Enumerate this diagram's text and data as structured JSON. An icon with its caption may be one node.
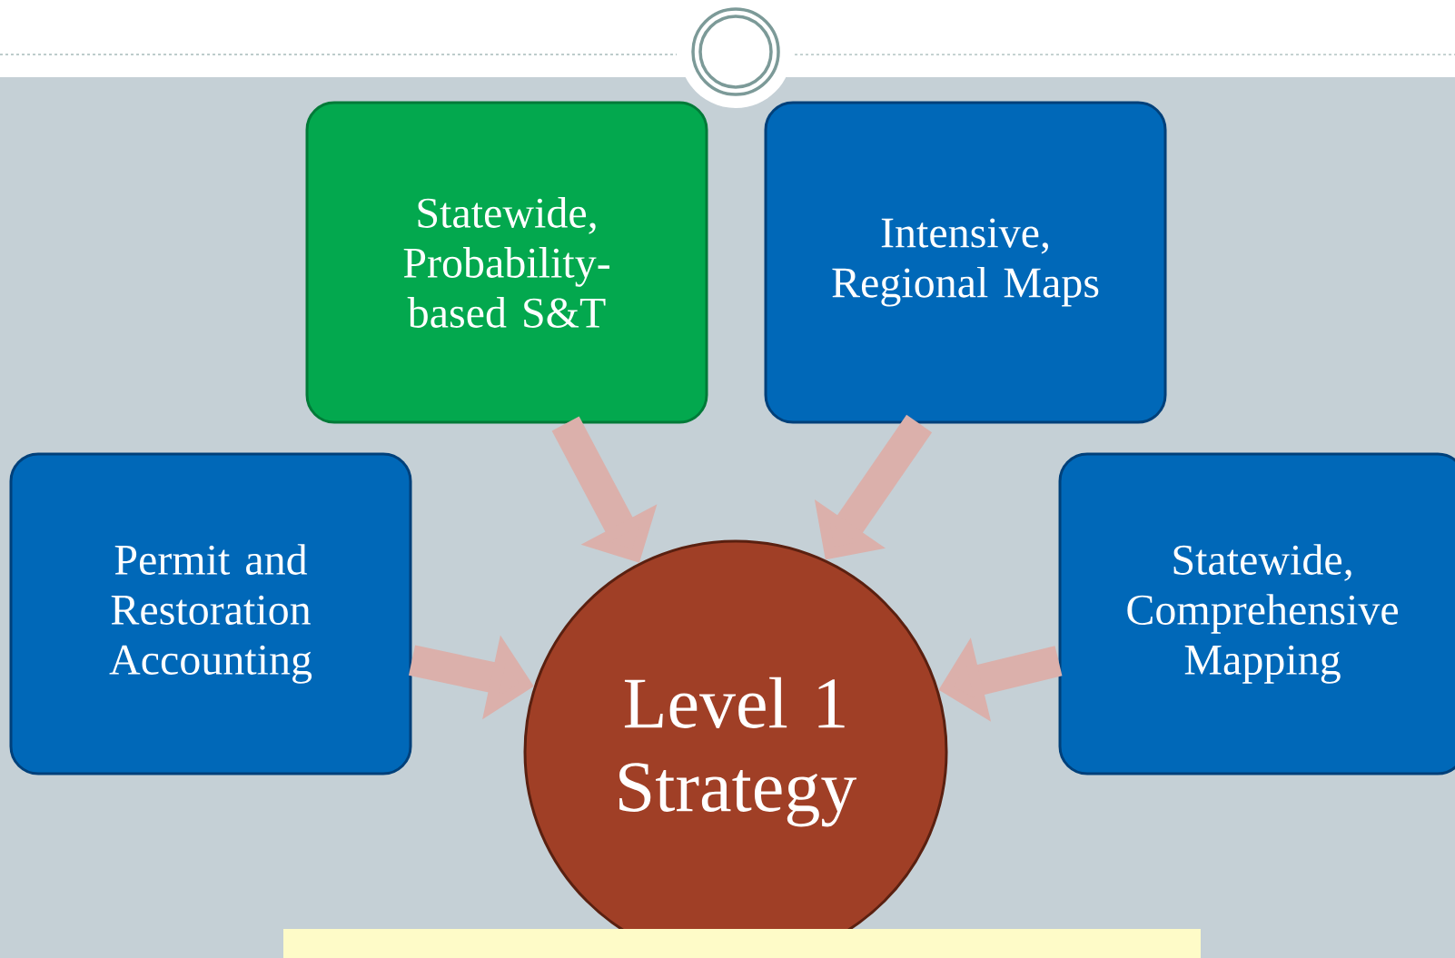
{
  "diagram": {
    "nodes": [
      {
        "text": [
          "Statewide, Probability-based S&T"
        ]
      },
      {
        "text": [
          "Intensive, Regional Maps"
        ]
      },
      {
        "text": [
          "Permit and Restoration Accounting"
        ]
      },
      {
        "text": [
          "Statewide, Comprehensive Mapping"
        ]
      },
      {
        "text": [
          "Level 1 Strategy"
        ]
      },
      {
        "text": [],
        "shape": "box"
      }
    ],
    "edges": [
      {
        "from": 0,
        "to": 4,
        "arrow": "to"
      },
      {
        "from": 1,
        "to": 4,
        "arrow": "to"
      },
      {
        "from": 2,
        "to": 4,
        "arrow": "to"
      },
      {
        "from": 3,
        "to": 4,
        "arrow": "to"
      }
    ]
  }
}
